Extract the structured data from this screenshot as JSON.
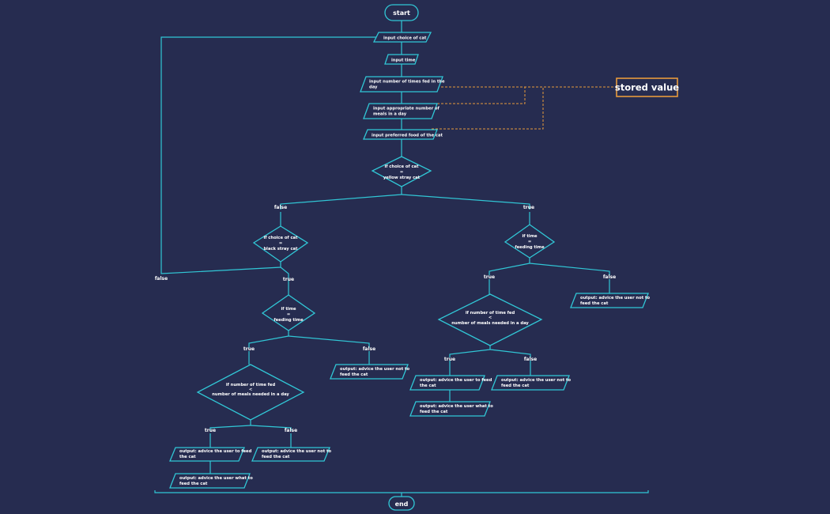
{
  "terminals": {
    "start": "start",
    "end": "end"
  },
  "inputs": {
    "choice_of_cat": "input choice of cat",
    "time": "input time",
    "times_fed_1": "input number of times fed in the",
    "times_fed_2": "day",
    "meals_1": "input appropriate number of",
    "meals_2": "meals in a day",
    "preferred_food": "input preferred food of the cat"
  },
  "stored_value": "stored value",
  "decisions": {
    "yellow": [
      "if choice of cat",
      "=",
      "yellow stray cat"
    ],
    "black": [
      "if choice of cat",
      "=",
      "black stray cat"
    ],
    "time_left": [
      "if time",
      "=",
      "feeding time"
    ],
    "time_right": [
      "if time",
      "=",
      "feeding time"
    ],
    "meals_left": [
      "if number of time fed",
      "<",
      "number of meals needed in a day"
    ],
    "meals_right": [
      "if number of time fed",
      "<",
      "number of meals needed in a day"
    ]
  },
  "branch_labels": {
    "true": "true",
    "false": "false"
  },
  "outputs": {
    "feed_1": "output: advice the user to feed",
    "feed_2": "the cat",
    "what_1": "output: advice the user what to",
    "what_2": "feed the cat",
    "not_1": "output: advice the user not to",
    "not_2": "feed the cat"
  }
}
